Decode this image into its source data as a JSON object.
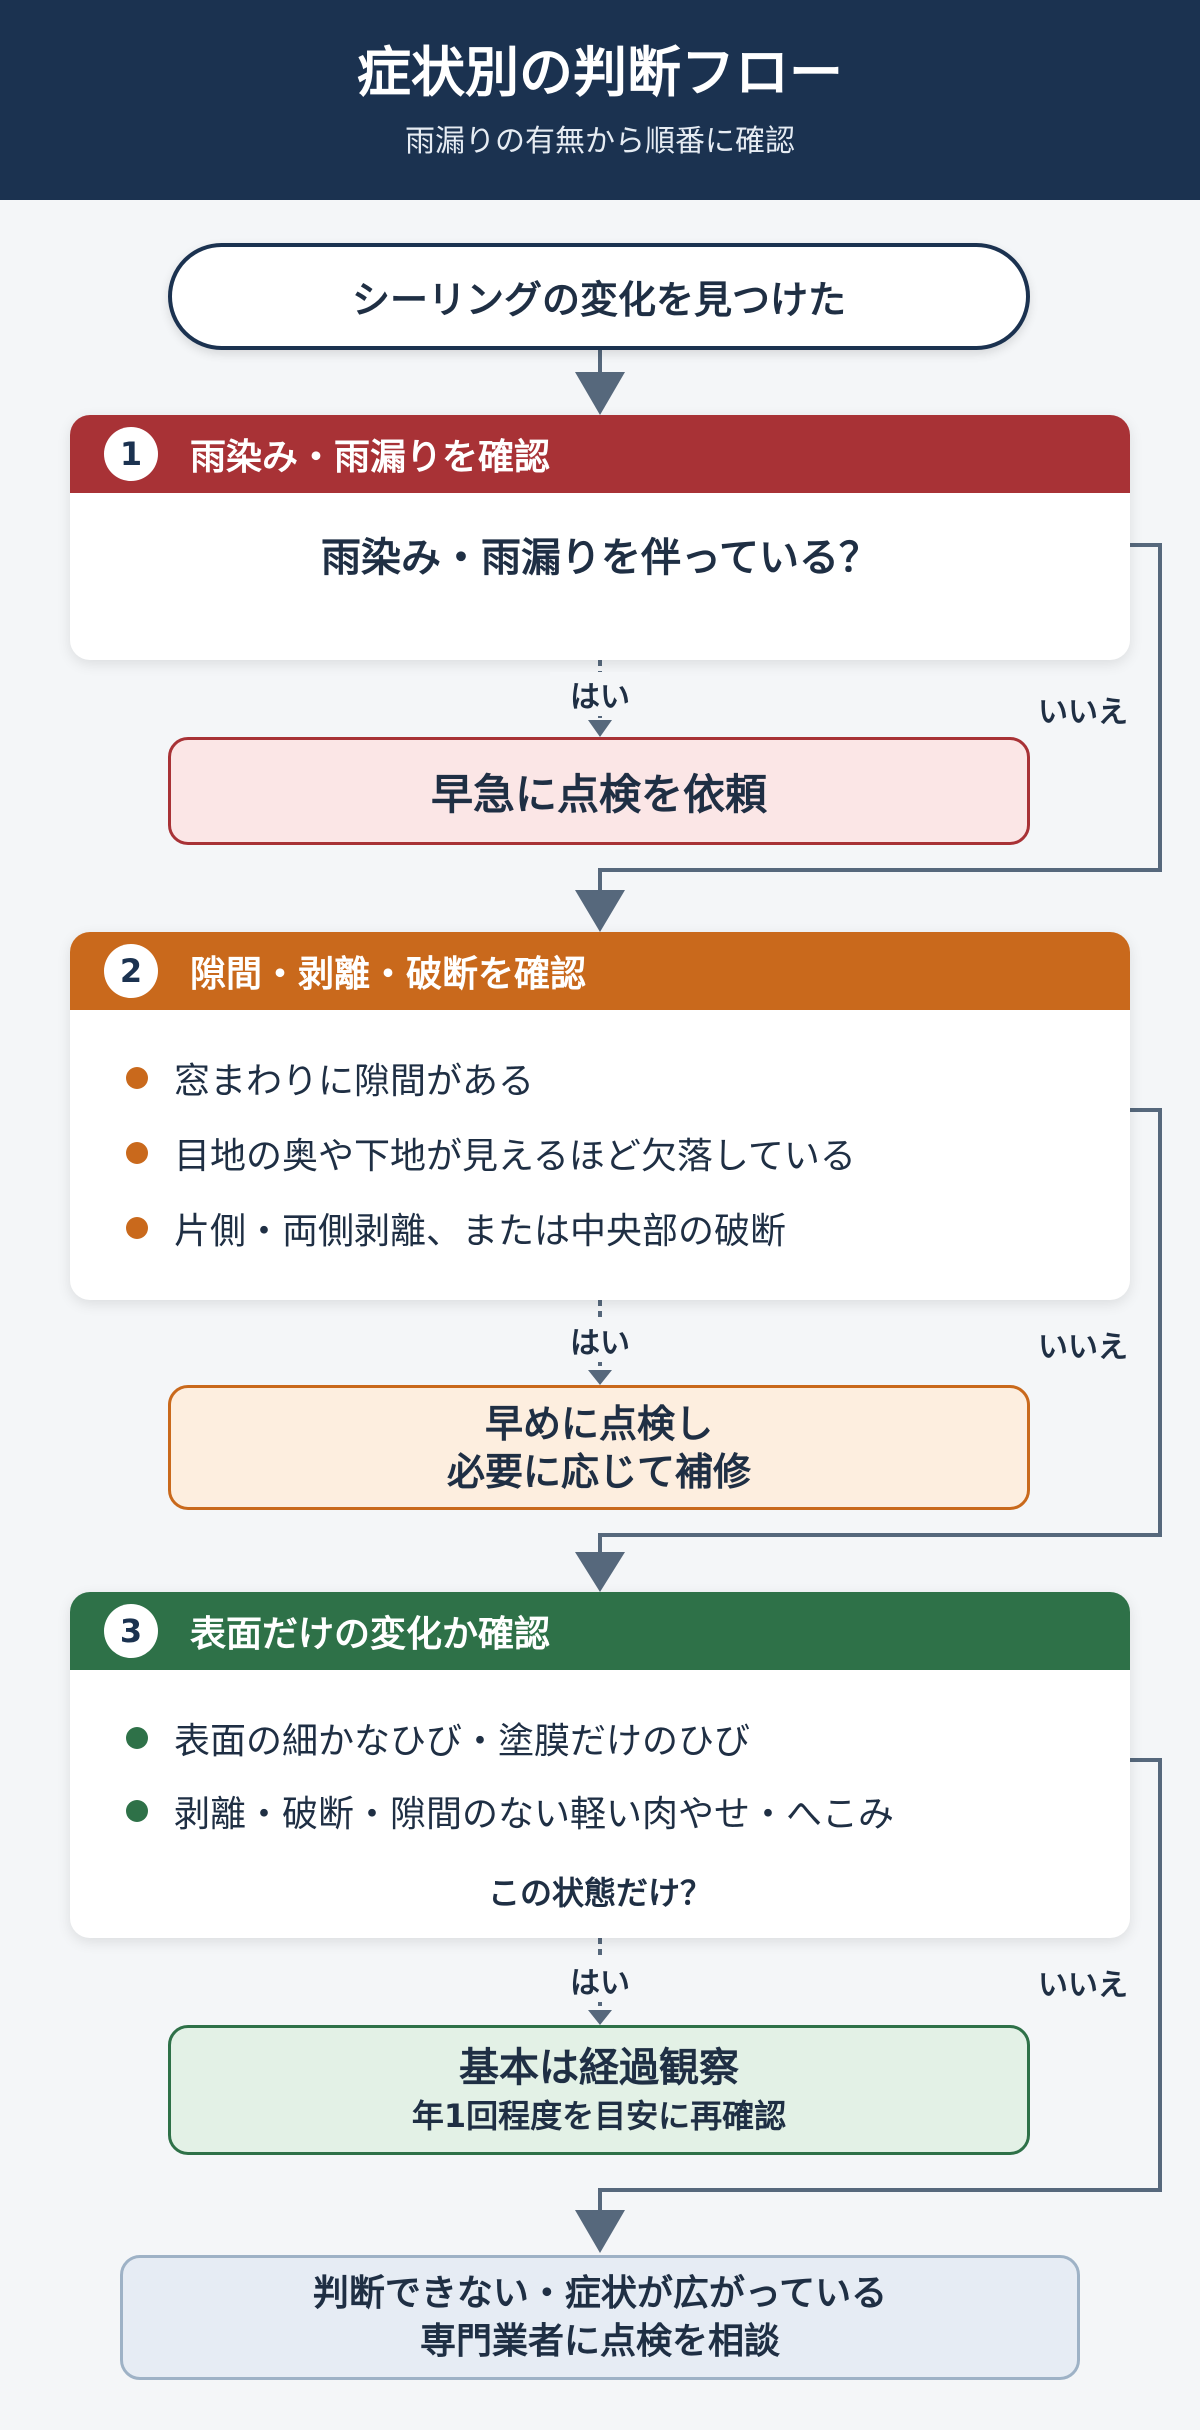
{
  "header": {
    "title": "症状別の判断フロー",
    "subtitle": "雨漏りの有無から順番に確認"
  },
  "start": "シーリングの変化を見つけた",
  "colors": {
    "header": "#1b3250",
    "step1": "#a83236",
    "step2": "#c9691c",
    "step3": "#2e7148",
    "connector": "#56687c"
  },
  "steps": [
    {
      "number": "1",
      "title": "雨染み・雨漏りを確認",
      "question": "雨染み・雨漏りを伴っている？",
      "yes": "はい",
      "no": "いいえ",
      "result": [
        "早急に点検を依頼"
      ]
    },
    {
      "number": "2",
      "title": "隙間・剥離・破断を確認",
      "items": [
        "窓まわりに隙間がある",
        "目地の奥や下地が見えるほど欠落している",
        "片側・両側剥離、または中央部の破断"
      ],
      "yes": "はい",
      "no": "いいえ",
      "result": [
        "早めに点検し",
        "必要に応じて補修"
      ]
    },
    {
      "number": "3",
      "title": "表面だけの変化か確認",
      "items": [
        "表面の細かなひび・塗膜だけのひび",
        "剥離・破断・隙間のない軽い肉やせ・へこみ"
      ],
      "question": "この状態だけ？",
      "yes": "はい",
      "no": "いいえ",
      "result": [
        "基本は経過観察",
        "年1回程度を目安に再確認"
      ]
    }
  ],
  "final": [
    "判断できない・症状が広がっている",
    "専門業者に点検を相談"
  ]
}
